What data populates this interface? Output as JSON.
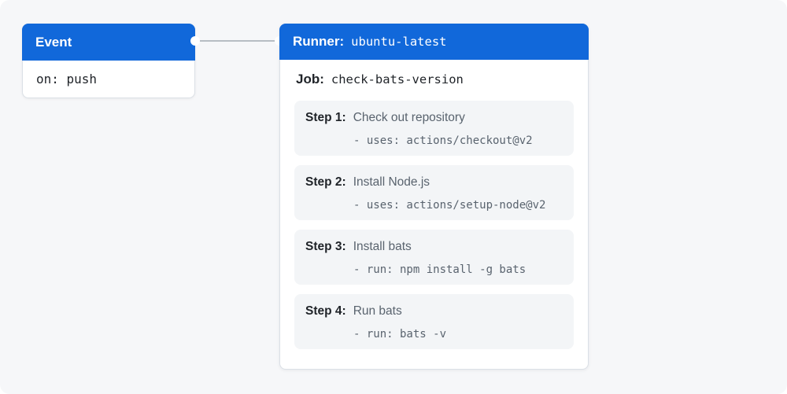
{
  "colors": {
    "accent": "#1168da",
    "page-bg": "#f6f7f9",
    "card-bg": "#f3f5f7",
    "box-border": "#dbe0e6",
    "text-dark": "#1f2328",
    "text-muted": "#59636e",
    "connector": "#b7bdc4"
  },
  "event": {
    "title": "Event",
    "code": "on: push"
  },
  "runner": {
    "title_label": "Runner:",
    "title_value": "ubuntu-latest",
    "job_label": "Job:",
    "job_value": "check-bats-version",
    "steps": [
      {
        "label": "Step 1:",
        "title": "Check out repository",
        "code": "- uses: actions/checkout@v2"
      },
      {
        "label": "Step 2:",
        "title": "Install Node.js",
        "code": "- uses: actions/setup-node@v2"
      },
      {
        "label": "Step 3:",
        "title": "Install bats",
        "code": "- run: npm install -g bats"
      },
      {
        "label": "Step 4:",
        "title": "Run bats",
        "code": "- run: bats -v"
      }
    ]
  }
}
